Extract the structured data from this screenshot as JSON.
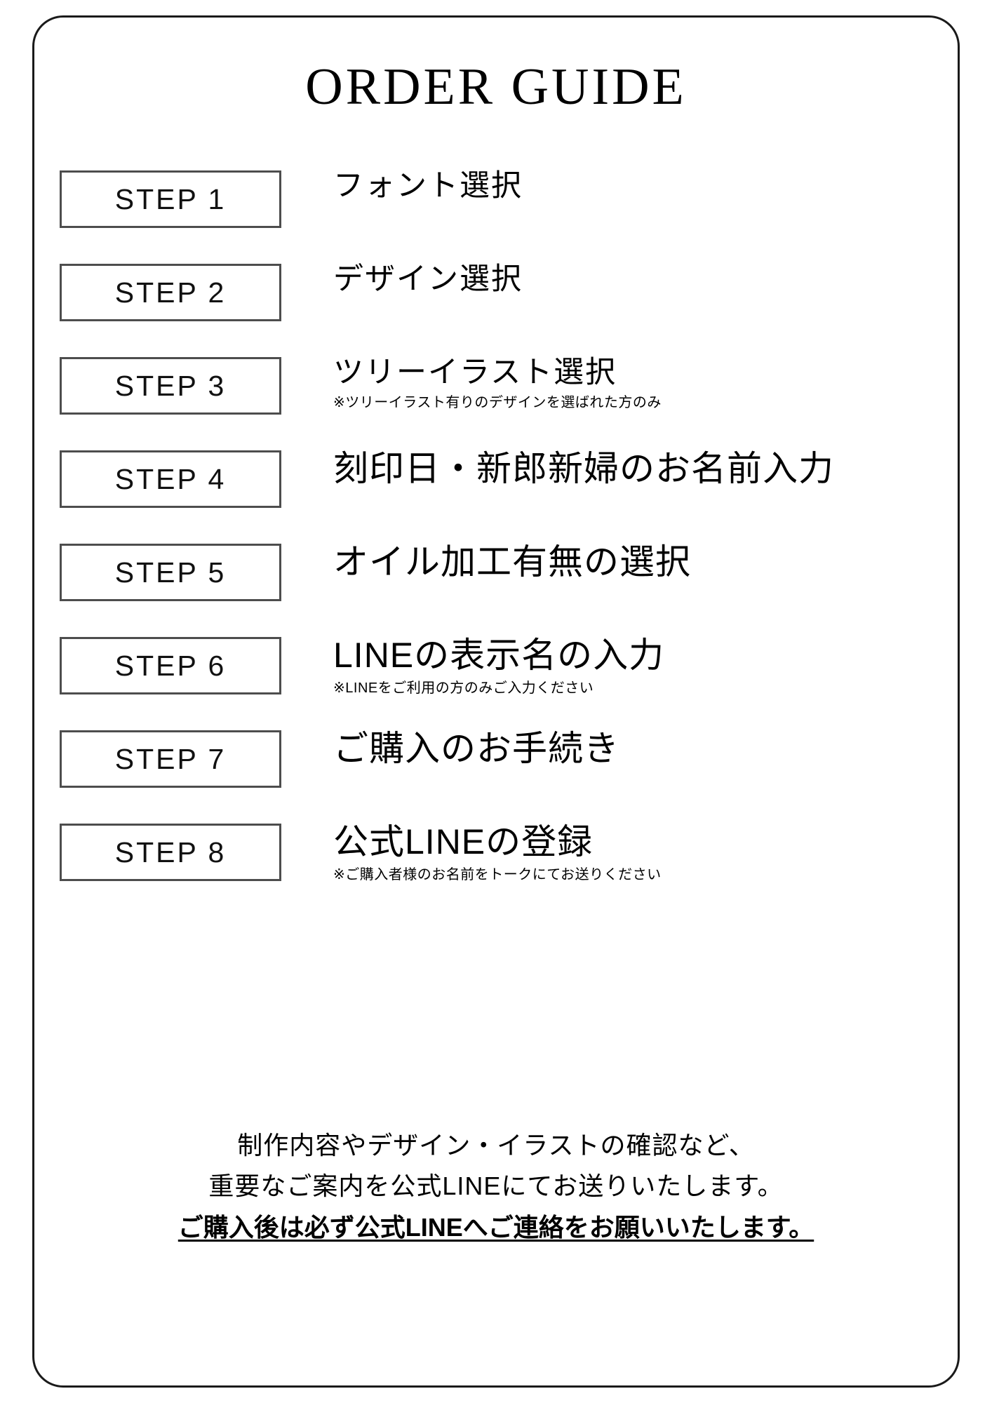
{
  "card": {
    "title": "ORDER GUIDE"
  },
  "steps": [
    {
      "box_label": "STEP 1",
      "title": "フォント選択",
      "note": "",
      "size": "normal"
    },
    {
      "box_label": "STEP 2",
      "title": "デザイン選択",
      "note": "",
      "size": "normal"
    },
    {
      "box_label": "STEP 3",
      "title": "ツリーイラスト選択",
      "note": "※ツリーイラスト有りのデザインを選ばれた方のみ",
      "size": "normal"
    },
    {
      "box_label": "STEP 4",
      "title": "刻印日・新郎新婦のお名前入力",
      "note": "",
      "size": "big"
    },
    {
      "box_label": "STEP 5",
      "title": "オイル加工有無の選択",
      "note": "",
      "size": "big"
    },
    {
      "box_label": "STEP 6",
      "title": "LINEの表示名の入力",
      "note": "※LINEをご利用の方のみご入力ください",
      "size": "big"
    },
    {
      "box_label": "STEP 7",
      "title": "ご購入のお手続き",
      "note": "",
      "size": "big"
    },
    {
      "box_label": "STEP 8",
      "title": "公式LINEの登録",
      "note": "※ご購入者様のお名前をトークにてお送りください",
      "size": "big"
    }
  ],
  "footer": {
    "line1": "制作内容やデザイン・イラストの確認など、",
    "line2": "重要なご案内を公式LINEにてお送りいたします。",
    "line3": "ご購入後は必ず公式LINEへご連絡をお願いいたします。"
  },
  "colors": {
    "card_border": "#1a1a1a",
    "box_border": "#4d4d4d",
    "text": "#000000",
    "background": "#ffffff"
  }
}
